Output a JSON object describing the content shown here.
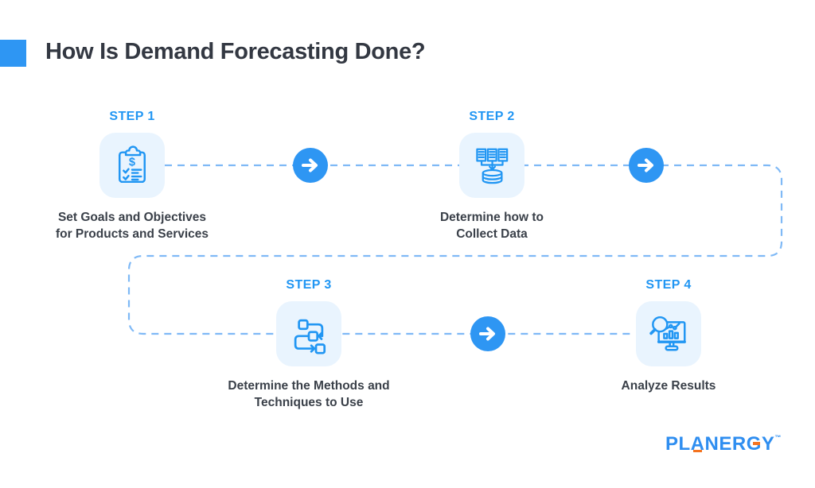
{
  "header": {
    "title": "How Is Demand Forecasting Done?"
  },
  "steps": [
    {
      "label": "STEP 1",
      "caption_line1": "Set Goals and Objectives",
      "caption_line2": "for Products and Services",
      "icon": "clipboard-dollar-checklist-icon"
    },
    {
      "label": "STEP 2",
      "caption_line1": "Determine how to",
      "caption_line2": "Collect Data",
      "icon": "documents-to-database-icon"
    },
    {
      "label": "STEP 3",
      "caption_line1": "Determine the Methods and",
      "caption_line2": "Techniques to Use",
      "icon": "flowchart-icon"
    },
    {
      "label": "STEP 4",
      "caption_line1": "Analyze Results",
      "caption_line2": "",
      "icon": "monitor-magnifier-chart-icon"
    }
  ],
  "connectors": {
    "style": "dashed",
    "arrow_icon": "arrow-right-icon",
    "arrow_count": 3
  },
  "footer": {
    "brand_part1": "PL",
    "brand_letter_a": "A",
    "brand_part2": "NER",
    "brand_letter_g": "G",
    "brand_part3": "Y",
    "trademark": "™"
  },
  "colors": {
    "accent_blue": "#2e96f3",
    "icon_stroke_blue": "#2196f3",
    "icon_box_bg": "#e9f4fe",
    "dashed_line_blue": "#7fb9f6",
    "step_label_blue": "#2196f3",
    "title_text": "#333842",
    "caption_text": "#3a4049",
    "brand_blue": "#2f8ef0",
    "brand_orange": "#f4731f"
  }
}
